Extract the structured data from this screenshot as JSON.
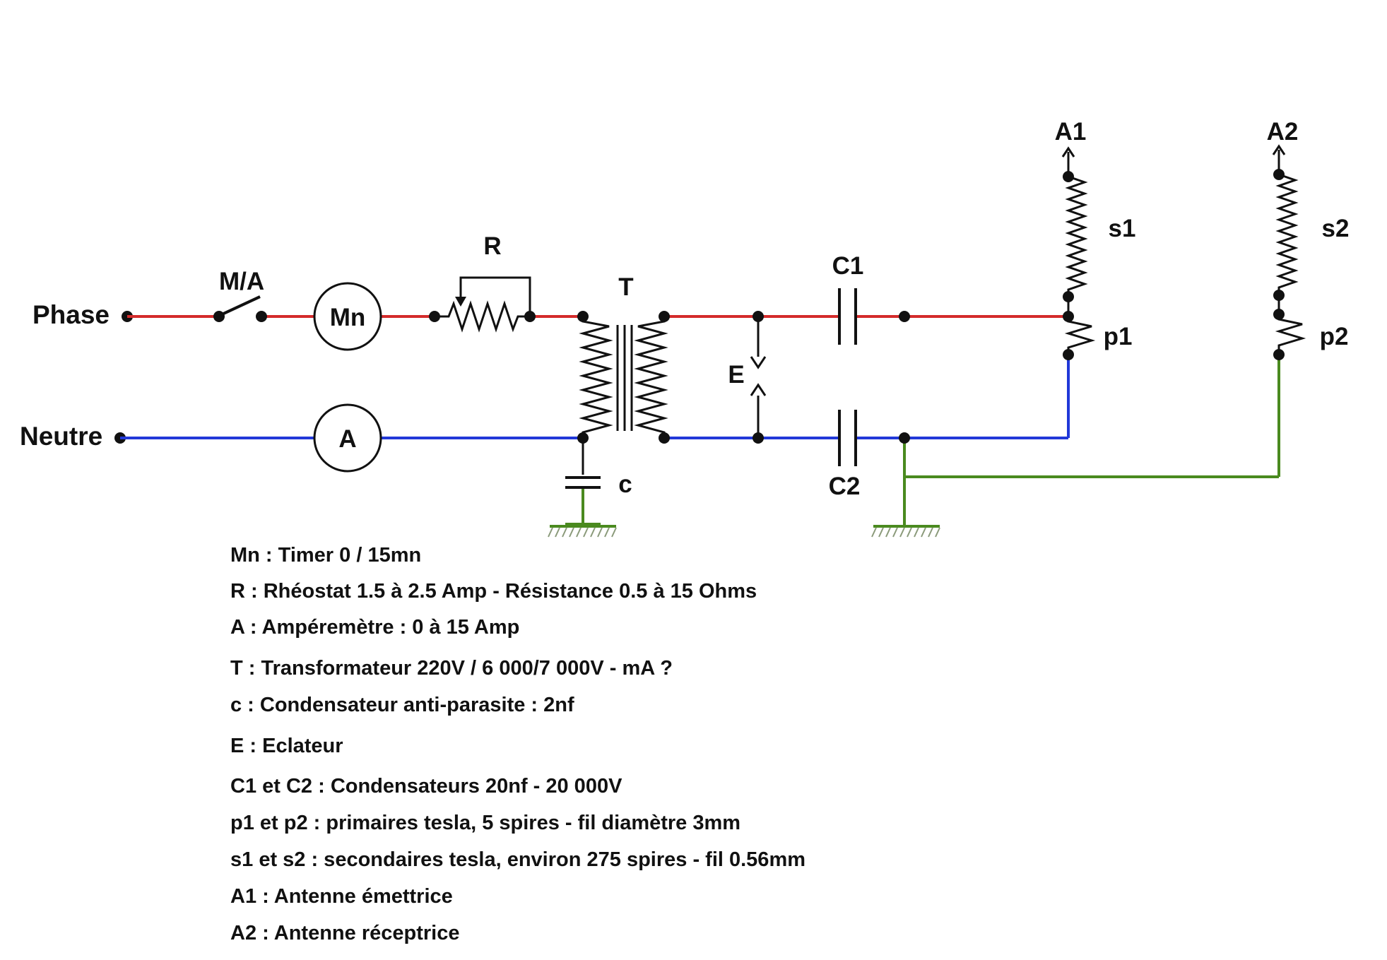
{
  "labels": {
    "phase": "Phase",
    "neutre": "Neutre",
    "switch": "M/A",
    "timer": "Mn",
    "ammeter": "A",
    "rheostat": "R",
    "transformer": "T",
    "spark_gap": "E",
    "cap_c1": "C1",
    "cap_c2": "C2",
    "cap_c": "c",
    "antenna1": "A1",
    "antenna2": "A2",
    "secondary1": "s1",
    "secondary2": "s2",
    "primary1": "p1",
    "primary2": "p2"
  },
  "colors": {
    "phase_wire": "#d42b2b",
    "neutral_wire": "#2138d8",
    "ground_wire": "#4a8a1f",
    "component": "#111111"
  },
  "legend": [
    "Mn : Timer 0 / 15mn",
    "R : Rhéostat 1.5 à 2.5 Amp - Résistance 0.5 à 15 Ohms",
    "A : Ampéremètre : 0 à 15 Amp",
    "T : Transformateur 220V / 6 000/7 000V - mA ?",
    "c : Condensateur anti-parasite : 2nf",
    "E : Eclateur",
    "C1 et C2 : Condensateurs 20nf - 20 000V",
    "p1 et p2 : primaires tesla, 5 spires - fil diamètre 3mm",
    "s1 et s2 : secondaires tesla, environ 275 spires - fil 0.56mm",
    "A1 : Antenne émettrice",
    "A2 : Antenne réceptrice"
  ]
}
